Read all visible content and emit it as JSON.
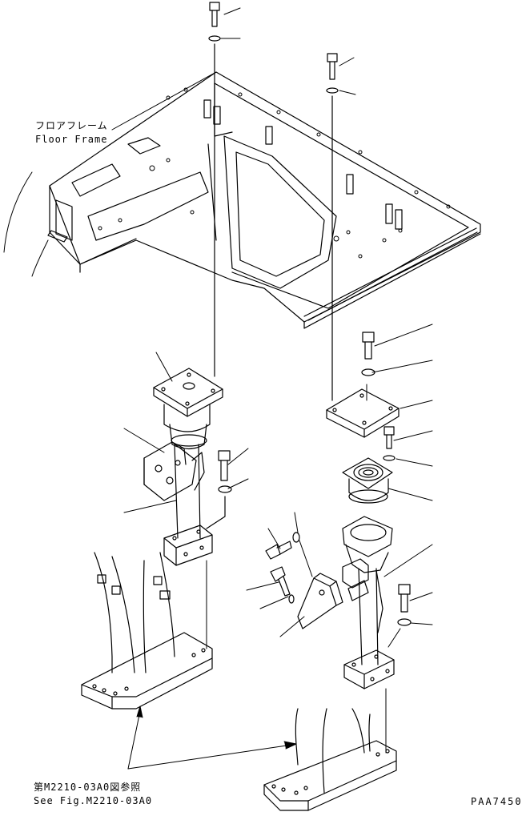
{
  "labels": {
    "floor_frame_jp": "フロアフレーム",
    "floor_frame_en": "Floor Frame",
    "see_fig_jp": "第M2210-03A0図参照",
    "see_fig_en": "See Fig.M2210-03A0",
    "drawing_number": "PAA7450"
  },
  "colors": {
    "ink": "#000000",
    "paper": "#ffffff"
  }
}
